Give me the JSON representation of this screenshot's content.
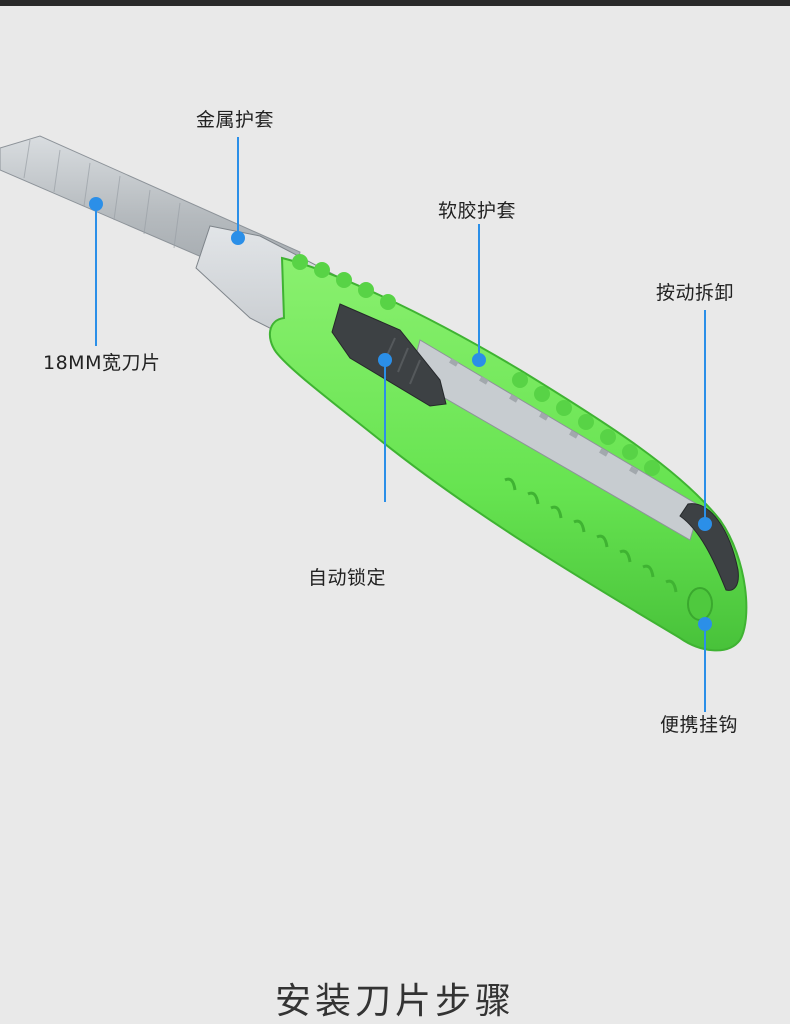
{
  "callouts": {
    "metal_sleeve": "金属护套",
    "soft_rubber_sleeve": "软胶护套",
    "push_release": "按动拆卸",
    "blade_width": "18MM宽刀片",
    "auto_lock": "自动锁定",
    "hanging_hook": "便携挂钩"
  },
  "section_heading": "安装刀片步骤",
  "colors": {
    "background": "#e9e9e9",
    "top_bar": "#2a2a2a",
    "callout_blue": "#2b8fe8",
    "handle_green": "#6fe85a",
    "handle_green_dark": "#46c23a",
    "slider_dark": "#3d4144",
    "steel": "#b9bec2"
  }
}
